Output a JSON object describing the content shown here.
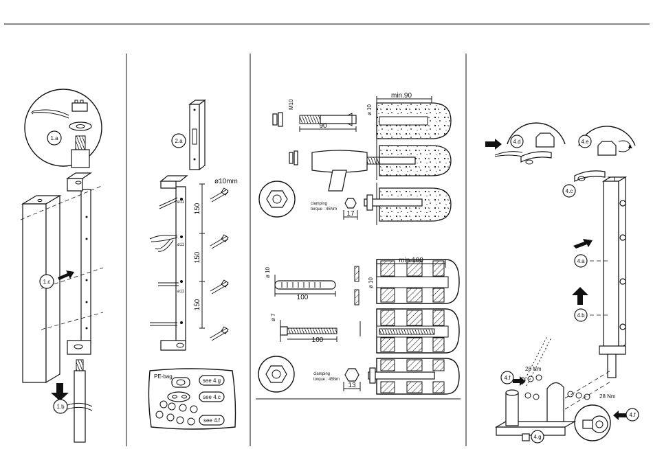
{
  "labels": {
    "l_1a": "1.a",
    "l_1b": "1.b",
    "l_1c": "1.c",
    "l_2a": "2.a",
    "l_4a": "4.a",
    "l_4b": "4.b",
    "l_4c": "4.c",
    "l_4d": "4.d",
    "l_4e": "4.e",
    "l_4f_left": "4.f",
    "l_4f_right": "4.f",
    "l_4g": "4.g"
  },
  "bracket_dims": {
    "hole": "ø10mm",
    "spacing_1": "150",
    "spacing_2": "150",
    "spacing_3": "150",
    "hole_mark_1": "ø11",
    "hole_mark_2": "ø11",
    "hole_mark_3": "ø11"
  },
  "pe_bag": {
    "title": "PE-bag",
    "ref_g": "see 4.g",
    "ref_c": "see 4.c",
    "ref_f": "see 4.f"
  },
  "anchor_top": {
    "thread": "M10",
    "length": "90",
    "drill_dia": "ø 10",
    "depth": "min.90",
    "clamping_1": "clamping",
    "clamping_2": "torque : 45Nm",
    "wrench": "17"
  },
  "anchor_bottom": {
    "dowel_dia": "ø 10",
    "dowel_length": "100",
    "drill_dia": "ø 10",
    "depth": "min.100",
    "screw_dia": "ø 7",
    "screw_length": "100",
    "clamping_1": "clamping",
    "clamping_2": "torque : 45Nm",
    "wrench": "13"
  },
  "torque": {
    "left": "28 Nm",
    "right": "28 Nm"
  }
}
